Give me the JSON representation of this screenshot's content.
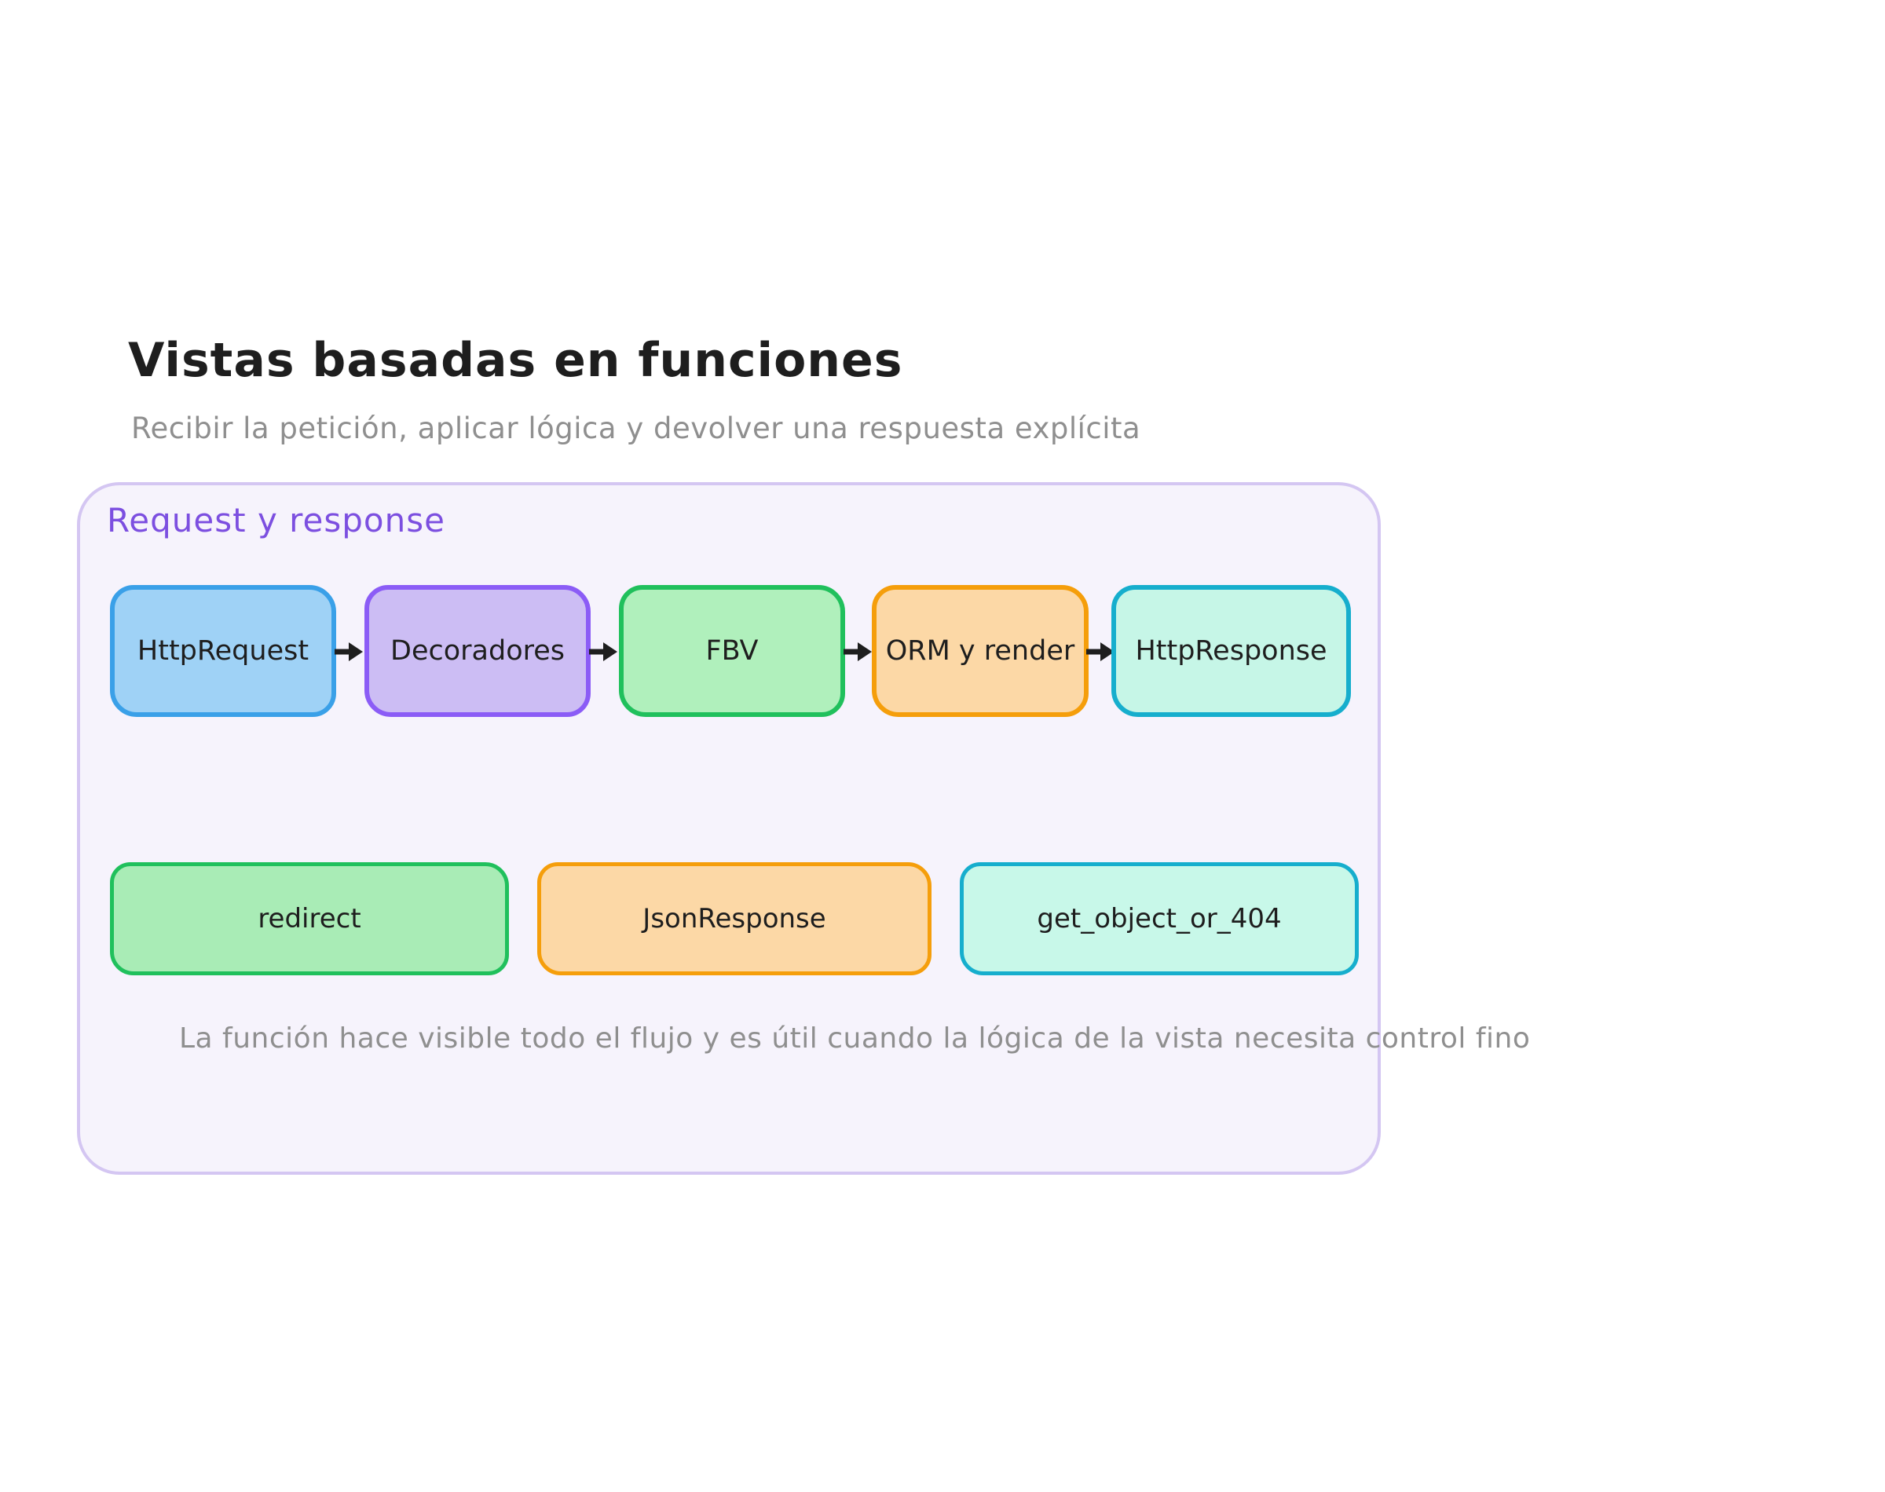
{
  "title": "Vistas basadas en funciones",
  "subtitle": "Recibir la petición, aplicar lógica y devolver una respuesta explícita",
  "panel": {
    "title": "Request y response",
    "caption": "La función hace visible todo el flujo y es útil cuando la lógica de la vista necesita control fino",
    "background": "#f6f3fc",
    "border_color": "#d4c6f2",
    "title_color": "#7c4fe0"
  },
  "flow": {
    "arrow_color": "#1e1e1e",
    "nodes": [
      {
        "label": "HttpRequest",
        "fill": "#9fd2f6",
        "border": "#3aa0e8"
      },
      {
        "label": "Decoradores",
        "fill": "#ccbdf4",
        "border": "#8b5cf6"
      },
      {
        "label": "FBV",
        "fill": "#b0f0bc",
        "border": "#20c05c"
      },
      {
        "label": "ORM y render",
        "fill": "#fcd8a6",
        "border": "#f59e0b"
      },
      {
        "label": "HttpResponse",
        "fill": "#c6f6e7",
        "border": "#16aecd"
      }
    ]
  },
  "helpers": {
    "nodes": [
      {
        "label": "redirect",
        "fill": "#a9ecb6",
        "border": "#20c05c"
      },
      {
        "label": "JsonResponse",
        "fill": "#fcd8a6",
        "border": "#f59e0b"
      },
      {
        "label": "get_object_or_404",
        "fill": "#c8f8e9",
        "border": "#16aecd"
      }
    ]
  },
  "text_colors": {
    "title": "#1e1e1e",
    "subtitle": "#8f8f8f",
    "caption": "#8f8f8f",
    "node_label": "#1e1e1e"
  }
}
